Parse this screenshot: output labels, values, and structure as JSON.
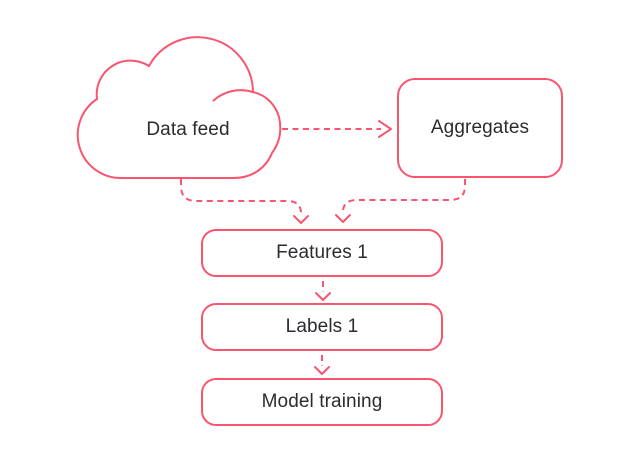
{
  "diagram": {
    "type": "flowchart",
    "background_color": "#FFFFFF",
    "accent_color": "#F9556E",
    "text_color": "#2B2B33",
    "line_style": "dashed connectors with open chevron arrowheads, solid node outlines",
    "nodes": {
      "data_feed": {
        "label": "Data feed",
        "shape": "cloud"
      },
      "aggregates": {
        "label": "Aggregates",
        "shape": "rounded-rectangle"
      },
      "features": {
        "label": "Features 1",
        "shape": "rounded-rectangle"
      },
      "labels": {
        "label": "Labels 1",
        "shape": "rounded-rectangle"
      },
      "model_training": {
        "label": "Model training",
        "shape": "rounded-rectangle"
      }
    },
    "edges": [
      {
        "from": "Data feed",
        "to": "Aggregates",
        "style": "dashed-arrow"
      },
      {
        "from": "Data feed",
        "to": "Features 1",
        "style": "dashed-arrow"
      },
      {
        "from": "Aggregates",
        "to": "Features 1",
        "style": "dashed-arrow"
      },
      {
        "from": "Features 1",
        "to": "Labels 1",
        "style": "dashed-arrow"
      },
      {
        "from": "Labels 1",
        "to": "Model training",
        "style": "dashed-arrow"
      }
    ]
  }
}
